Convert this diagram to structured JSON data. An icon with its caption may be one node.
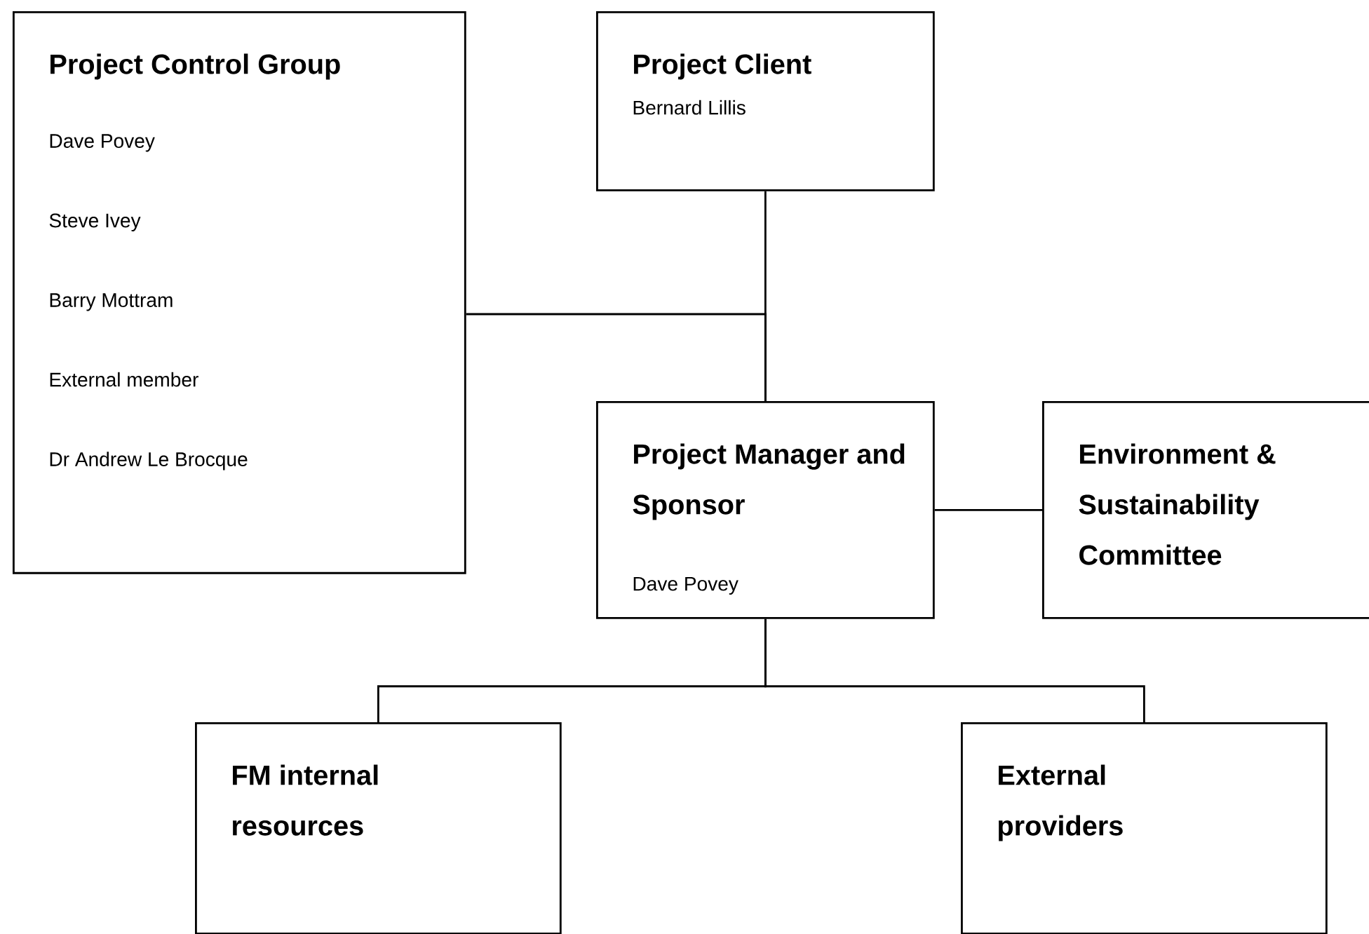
{
  "diagram": {
    "nodes": [
      {
        "text": [
          "Project Control Group",
          "Dave Povey",
          "Steve Ivey",
          "Barry Mottram",
          "External member",
          "Dr Andrew Le Brocque"
        ]
      },
      {
        "text": [
          "Project Client",
          "Bernard Lillis"
        ]
      },
      {
        "text": [
          "Project Manager and Sponsor",
          "Dave Povey"
        ]
      },
      {
        "text": [
          "Environment & Sustainability Committee"
        ]
      },
      {
        "text": [
          "FM internal resources"
        ]
      },
      {
        "text": [
          "External providers"
        ]
      }
    ],
    "edges": [
      {
        "from": 1,
        "to": 2,
        "arrow": "none"
      },
      {
        "from": 0,
        "to": 2,
        "arrow": "none"
      },
      {
        "from": 2,
        "to": 3,
        "arrow": "none"
      },
      {
        "from": 2,
        "to": 4,
        "arrow": "none"
      },
      {
        "from": 2,
        "to": 5,
        "arrow": "none"
      }
    ]
  }
}
